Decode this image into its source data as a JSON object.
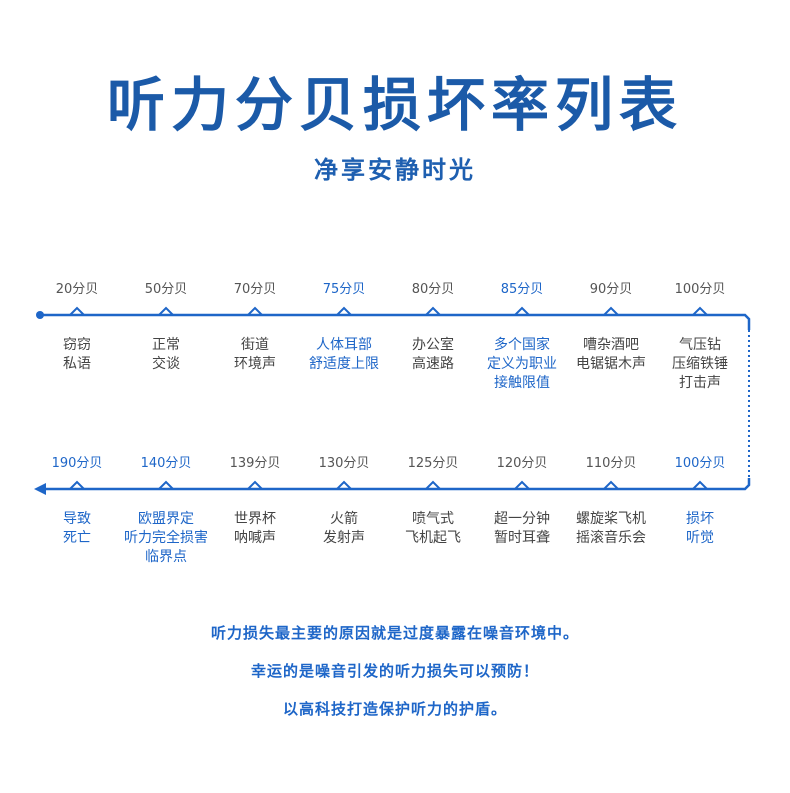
{
  "title": "听力分贝损坏率列表",
  "subtitle": "净享安静时光",
  "colors": {
    "accent": "#1e66c8",
    "title": "#1b5aa8",
    "text": "#444444"
  },
  "row1": [
    {
      "db": "20分贝",
      "lines": [
        "窃窃",
        "私语"
      ],
      "highlight": false
    },
    {
      "db": "50分贝",
      "lines": [
        "正常",
        "交谈"
      ],
      "highlight": false
    },
    {
      "db": "70分贝",
      "lines": [
        "街道",
        "环境声"
      ],
      "highlight": false
    },
    {
      "db": "75分贝",
      "lines": [
        "人体耳部",
        "舒适度上限"
      ],
      "highlight": true
    },
    {
      "db": "80分贝",
      "lines": [
        "办公室",
        "高速路"
      ],
      "highlight": false
    },
    {
      "db": "85分贝",
      "lines": [
        "多个国家",
        "定义为职业",
        "接触限值"
      ],
      "highlight": true
    },
    {
      "db": "90分贝",
      "lines": [
        "嘈杂酒吧",
        "电锯锯木声"
      ],
      "highlight": false
    },
    {
      "db": "100分贝",
      "lines": [
        "气压钻",
        "压缩铁锤",
        "打击声"
      ],
      "highlight": false
    }
  ],
  "row2": [
    {
      "db": "190分贝",
      "lines": [
        "导致",
        "死亡"
      ],
      "highlight": true
    },
    {
      "db": "140分贝",
      "lines": [
        "欧盟界定",
        "听力完全损害",
        "临界点"
      ],
      "highlight": true
    },
    {
      "db": "139分贝",
      "lines": [
        "世界杯",
        "呐喊声"
      ],
      "highlight": false
    },
    {
      "db": "130分贝",
      "lines": [
        "火箭",
        "发射声"
      ],
      "highlight": false
    },
    {
      "db": "125分贝",
      "lines": [
        "喷气式",
        "飞机起飞"
      ],
      "highlight": false
    },
    {
      "db": "120分贝",
      "lines": [
        "超一分钟",
        "暂时耳聋"
      ],
      "highlight": false
    },
    {
      "db": "110分贝",
      "lines": [
        "螺旋桨飞机",
        "摇滚音乐会"
      ],
      "highlight": false
    },
    {
      "db": "100分贝",
      "lines": [
        "损坏",
        "听觉"
      ],
      "highlight": true
    }
  ],
  "footer": [
    "听力损失最主要的原因就是过度暴露在噪音环境中。",
    "幸运的是噪音引发的听力损失可以预防！",
    "以高科技打造保护听力的护盾。"
  ]
}
